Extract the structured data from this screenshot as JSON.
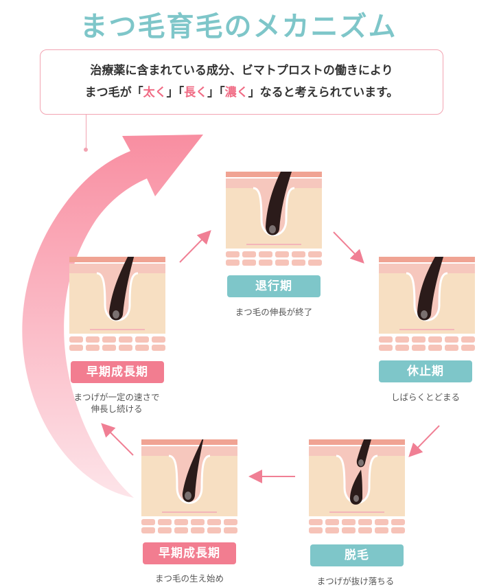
{
  "title": "まつ毛育毛のメカニズム",
  "callout": {
    "line1": "治療薬に含まれている成分、ビマトプロストの働きにより",
    "line2_pre": "まつ毛が「",
    "hl1": "太く",
    "sep1": "」「",
    "hl2": "長く",
    "sep2": "」「",
    "hl3": "濃く",
    "line2_post": "」なると考えられています。"
  },
  "stages": [
    {
      "id": "taikouki",
      "label": "退行期",
      "color": "teal",
      "desc": [
        "まつ毛の伸長が終了"
      ]
    },
    {
      "id": "kyushiki",
      "label": "休止期",
      "color": "teal",
      "desc": [
        "しばらくとどまる"
      ]
    },
    {
      "id": "datsumo",
      "label": "脱毛",
      "color": "teal",
      "desc": [
        "まつげが抜け落ちる"
      ]
    },
    {
      "id": "soukiseichou2",
      "label": "早期成長期",
      "color": "pink",
      "desc": [
        "まつ毛の生え始め"
      ]
    },
    {
      "id": "soukiseichou1",
      "label": "早期成長期",
      "color": "pink",
      "desc": [
        "まつげが一定の速さで",
        "伸長し続ける"
      ]
    }
  ],
  "colors": {
    "teal": "#7ec6c9",
    "pink": "#f27d90",
    "skin": "#f7dfc2",
    "skin_top": "#f6c7bd",
    "hair": "#2b1b1a",
    "arrow": "#f06b84"
  }
}
